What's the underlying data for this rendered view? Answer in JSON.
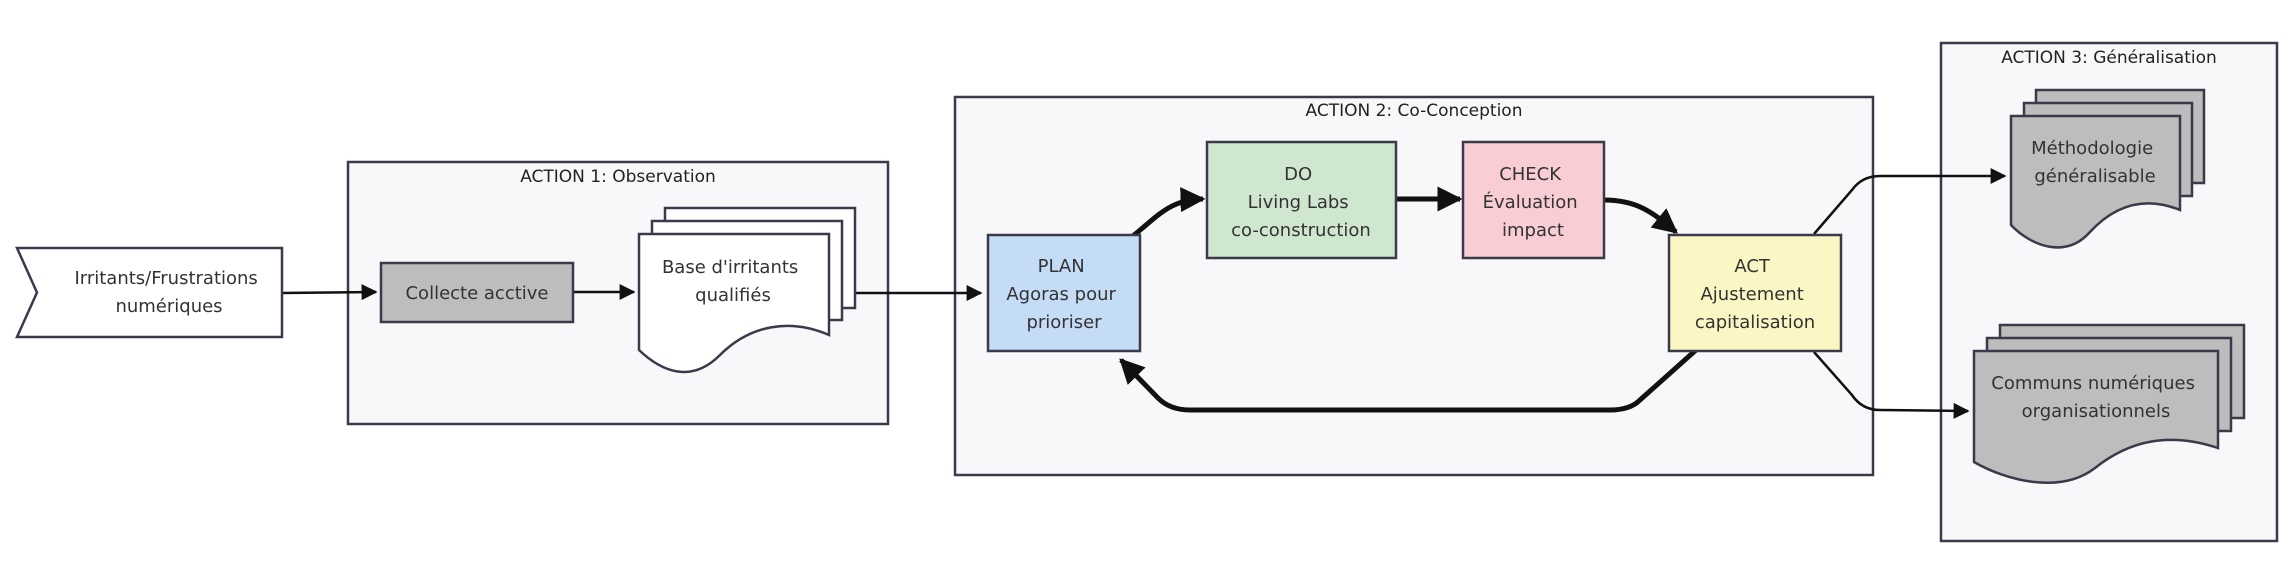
{
  "clusters": {
    "action1": {
      "title": "ACTION 1: Observation"
    },
    "action2": {
      "title": "ACTION 2: Co-Conception"
    },
    "action3": {
      "title": "ACTION 3: Généralisation"
    }
  },
  "nodes": {
    "irritants": {
      "lines": [
        "Irritants/Frustrations",
        "numériques"
      ]
    },
    "collecte": {
      "lines": [
        "Collecte acctive"
      ]
    },
    "base": {
      "lines": [
        "Base d'irritants",
        "qualifiés"
      ]
    },
    "plan": {
      "lines": [
        "PLAN",
        "Agoras pour",
        "prioriser"
      ]
    },
    "do": {
      "lines": [
        "DO",
        "Living Labs",
        "co-construction"
      ]
    },
    "check": {
      "lines": [
        "CHECK",
        "Évaluation",
        "impact"
      ]
    },
    "act": {
      "lines": [
        "ACT",
        "Ajustement",
        "capitalisation"
      ]
    },
    "methodo": {
      "lines": [
        "Méthodologie",
        "généralisable"
      ]
    },
    "communs": {
      "lines": [
        "Communs numériques",
        "organisationnels"
      ]
    }
  },
  "colors": {
    "plan": "#c5dcf7",
    "do": "#cfe6cf",
    "check": "#f8cdd4",
    "act": "#fbf7c4",
    "gray_node": "#bdbdbd",
    "cluster_bg": "#f8f8fa",
    "white_node": "#ffffff"
  },
  "icons": {
    "arrowhead": "arrowhead-icon"
  }
}
